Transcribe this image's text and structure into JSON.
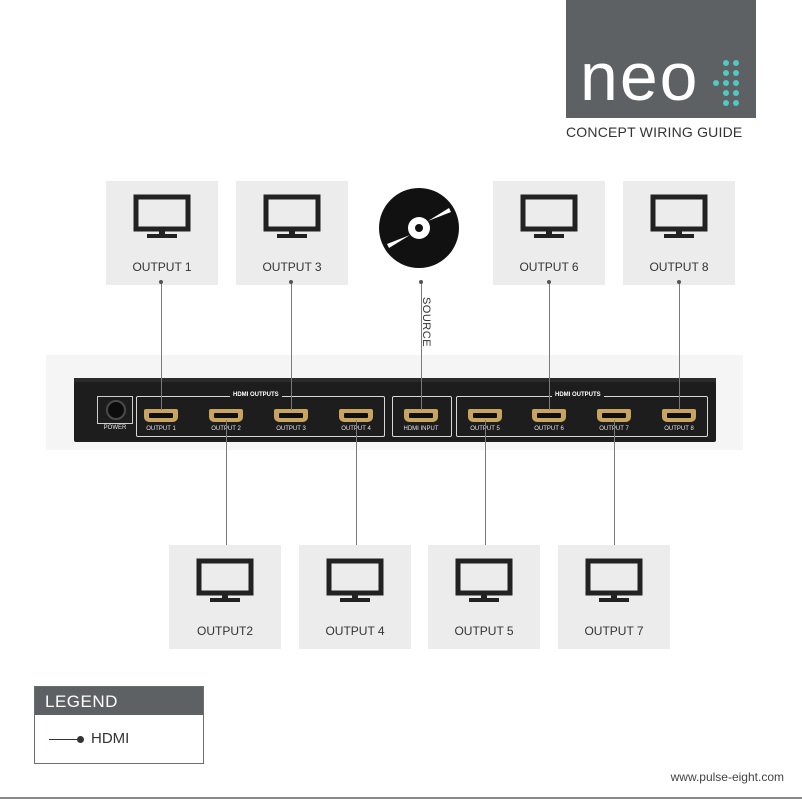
{
  "brand": {
    "logo_text": "neo",
    "guide_title": "CONCEPT WIRING GUIDE",
    "bg_color": "#5e6163",
    "accent_color": "#4fc9c2"
  },
  "outputs": {
    "output1": "OUTPUT 1",
    "output3": "OUTPUT 3",
    "output6": "OUTPUT 6",
    "output8": "OUTPUT 8",
    "output2": "OUTPUT2",
    "output4": "OUTPUT 4",
    "output5": "OUTPUT 5",
    "output7": "OUTPUT 7"
  },
  "source": {
    "label": "SOURCE"
  },
  "device": {
    "power_label": "POWER",
    "outputs_group_label": "HDMI OUTPUTS",
    "input_label": "HDMI INPUT",
    "ports": [
      "OUTPUT 1",
      "OUTPUT 2",
      "OUTPUT 3",
      "OUTPUT 4",
      "OUTPUT 5",
      "OUTPUT 6",
      "OUTPUT 7",
      "OUTPUT 8"
    ]
  },
  "legend": {
    "title": "LEGEND",
    "hdmi": "HDMI"
  },
  "footer": {
    "url": "www.pulse-eight.com"
  }
}
